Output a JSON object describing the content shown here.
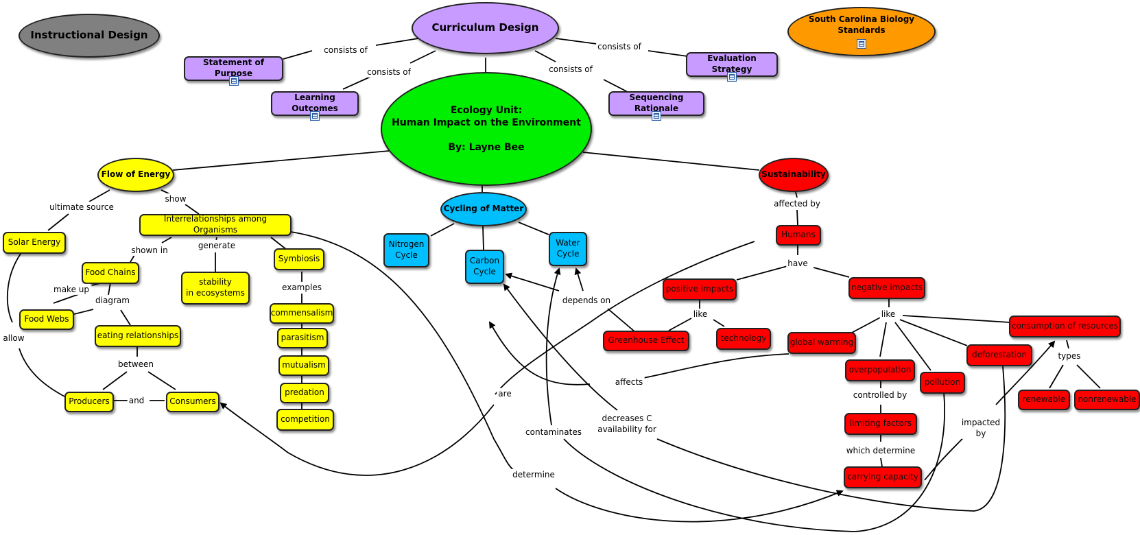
{
  "colors": {
    "gray": "#808080",
    "purple": "#c79bff",
    "orange": "#ff9900",
    "green": "#00ee00",
    "yellow": "#ffff00",
    "cyan": "#00bfff",
    "red": "#ff0000"
  },
  "nodes": {
    "instructional_design": "Instructional Design",
    "curriculum_design": "Curriculum Design",
    "sc_standards": "South Carolina Biology Standards",
    "statement_of_purpose": "Statement of Purpose",
    "learning_outcomes": "Learning Outcomes",
    "sequencing_rationale": "Sequencing Rationale",
    "evaluation_strategy": "Evaluation Strategy",
    "ecology_unit": "Ecology Unit:\nHuman Impact on the Environment\n\nBy: Layne Bee",
    "flow_of_energy": "Flow of Energy",
    "cycling_of_matter": "Cycling of Matter",
    "sustainability": "Sustainability",
    "solar_energy": "Solar Energy",
    "interrelationships": "Interrelationships among Organisms",
    "food_chains": "Food Chains",
    "food_webs": "Food Webs",
    "stability": "stability\nin ecosystems",
    "symbiosis": "Symbiosis",
    "eating_relationships": "eating relationships",
    "producers": "Producers",
    "consumers": "Consumers",
    "commensalism": "commensalism",
    "parasitism": "parasitism",
    "mutualism": "mutualism",
    "predation": "predation",
    "competition": "competition",
    "nitrogen_cycle": "Nitrogen\nCycle",
    "carbon_cycle": "Carbon\nCycle",
    "water_cycle": "Water\nCycle",
    "humans": "Humans",
    "positive_impacts": "positive impacts",
    "negative_impacts": "negative impacts",
    "greenhouse_effect": "Greenhouse Effect",
    "technology": "technology",
    "global_warming": "global warming",
    "consumption_of_resources": "consumption of resources",
    "deforestation": "deforestation",
    "overpopulation": "overpopulation",
    "pollution": "pollution",
    "renewable": "renewable",
    "nonrenewable": "nonrenewable",
    "limiting_factors": "limiting factors",
    "carrying_capacity": "carrying capacity"
  },
  "labels": {
    "consists_of_1": "consists of",
    "consists_of_2": "consists of",
    "consists_of_3": "consists of",
    "consists_of_4": "consists of",
    "ultimate_source": "ultimate source",
    "show": "show",
    "shown_in": "shown in",
    "generate": "generate",
    "make_up": "make up",
    "diagram": "diagram",
    "allow": "allow",
    "between": "between",
    "and": "and",
    "examples": "examples",
    "affected_by": "affected by",
    "have": "have",
    "like_1": "like",
    "like_2": "like",
    "depends_on": "depends on",
    "affects": "affects",
    "are": "are",
    "contaminates": "contaminates",
    "decreases_c": "decreases C\navailability for",
    "determine": "determine",
    "controlled_by": "controlled by",
    "which_determine": "which determine",
    "types": "types",
    "impacted_by": "impacted\nby"
  },
  "attachment_icon": "document-icon"
}
